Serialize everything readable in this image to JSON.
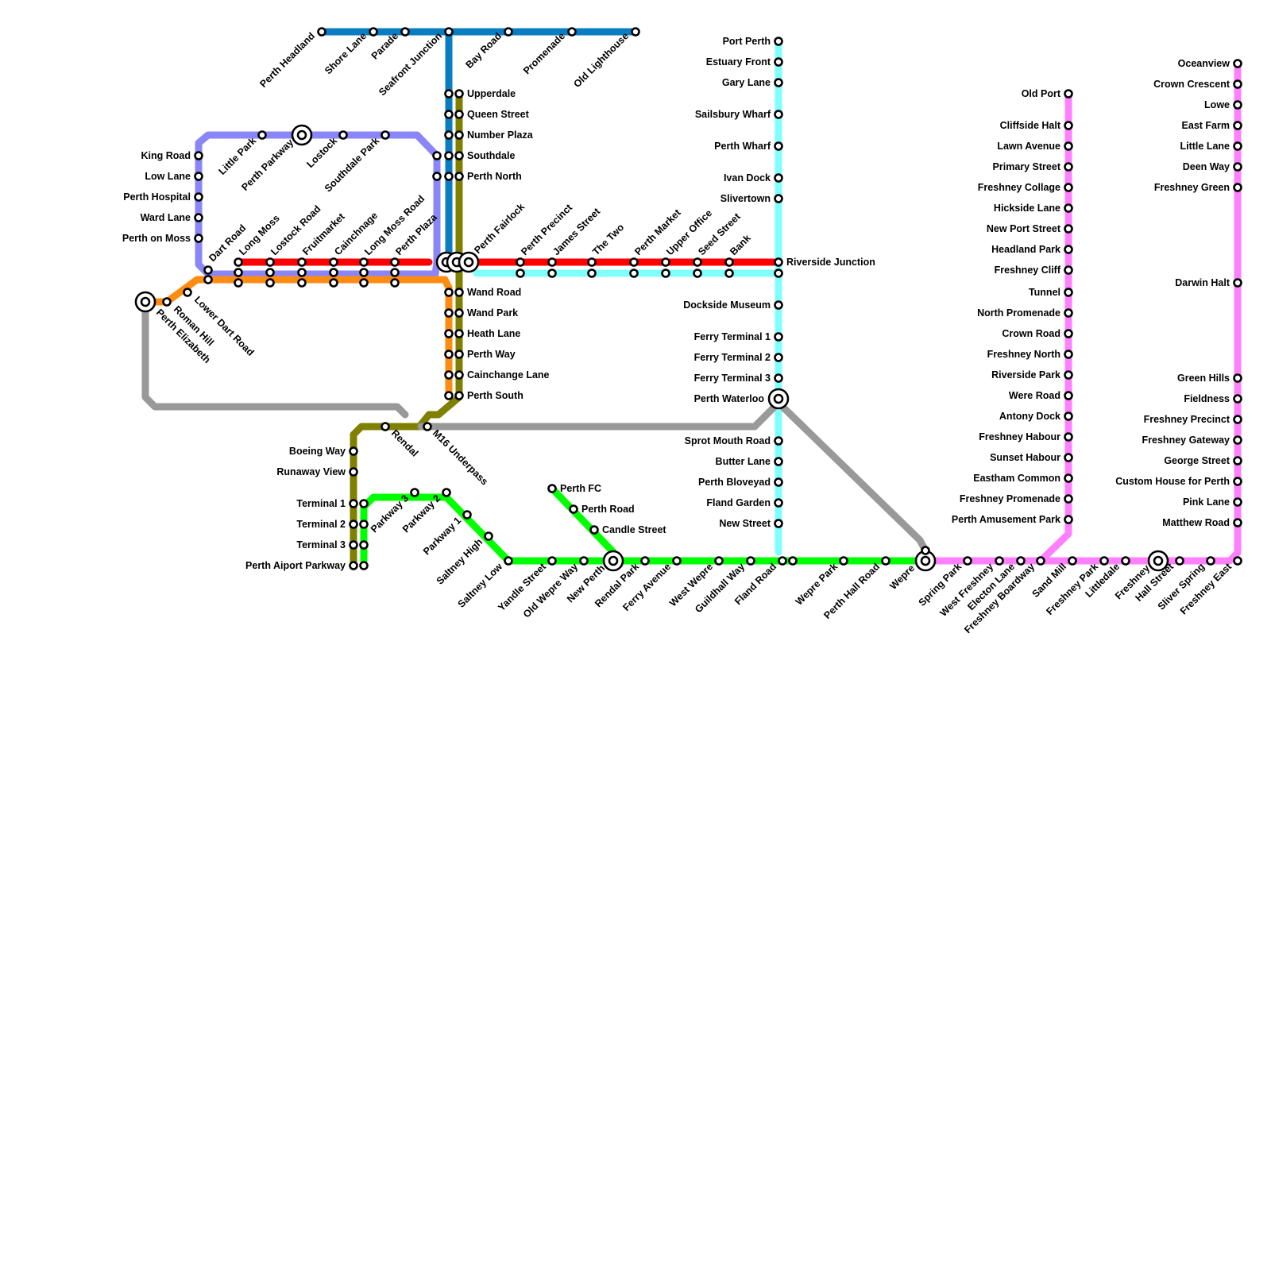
{
  "lines": [
    {
      "id": "blue",
      "color": "#0a7dc2"
    },
    {
      "id": "purple",
      "color": "#8b86f7"
    },
    {
      "id": "orange",
      "color": "#ff8c12"
    },
    {
      "id": "red",
      "color": "#ff0000"
    },
    {
      "id": "cyan",
      "color": "#80ffff"
    },
    {
      "id": "olive",
      "color": "#808000"
    },
    {
      "id": "grey",
      "color": "#999999"
    },
    {
      "id": "green",
      "color": "#00ff00"
    },
    {
      "id": "pink",
      "color": "#ff80ff"
    }
  ],
  "stations": {
    "perth_headland": "Perth Headland",
    "shore_lane": "Shore Lane",
    "parade": "Parade",
    "seafront_junction": "Seafront Junction",
    "bay_road": "Bay Road",
    "promenade": "Promenade",
    "old_lighthouse": "Old Lighthouse",
    "upperdale": "Upperdale",
    "queen_street": "Queen Street",
    "number_plaza": "Number Plaza",
    "southdale": "Southdale",
    "perth_north": "Perth North",
    "king_road": "King Road",
    "low_lane": "Low Lane",
    "perth_hospital": "Perth Hospital",
    "ward_lane": "Ward Lane",
    "perth_on_moss": "Perth on Moss",
    "little_park": "Little Park",
    "perth_parkway": "Perth Parkway",
    "lostock": "Lostock",
    "southdale_park": "Southdale Park",
    "dart_road": "Dart Road",
    "long_moss": "Long Moss",
    "lostock_road": "Lostock Road",
    "fruitmarket": "Fruitmarket",
    "cainchnage": "Cainchnage",
    "long_moss_road": "Long Moss Road",
    "perth_plaza": "Perth Plaza",
    "perth_fairlock": "Perth Fairlock",
    "perth_precinct": "Perth Precinct",
    "james_street": "James Street",
    "the_two": "The Two",
    "perth_market": "Perth Market",
    "upper_office": "Upper Office",
    "seed_street": "Seed Street",
    "bank": "Bank",
    "perth_elizabeth": "Perth Elizabeth",
    "roman_hill": "Roman Hill",
    "lower_dart_road": "Lower Dart Road",
    "wand_road": "Wand Road",
    "wand_park": "Wand Park",
    "heath_lane": "Heath Lane",
    "perth_way": "Perth Way",
    "cainchange_lane": "Cainchange Lane",
    "perth_south": "Perth South",
    "port_perth": "Port Perth",
    "estuary_front": "Estuary Front",
    "gary_lane": "Gary Lane",
    "sailsbury_wharf": "Sailsbury Wharf",
    "perth_wharf": "Perth Wharf",
    "ivan_dock": "Ivan Dock",
    "slivertown": "Slivertown",
    "riverside_junction": "Riverside Junction",
    "dockside_museum": "Dockside Museum",
    "ferry_terminal_1": "Ferry Terminal 1",
    "ferry_terminal_2": "Ferry Terminal 2",
    "ferry_terminal_3": "Ferry Terminal 3",
    "perth_waterloo": "Perth Waterloo",
    "sprot_mouth_road": "Sprot Mouth Road",
    "butter_lane": "Butter Lane",
    "perth_bloveyad": "Perth Bloveyad",
    "fland_garden": "Fland Garden",
    "new_street": "New Street",
    "fland_road": "Fland Road",
    "rendal": "Rendal",
    "m16_underpass": "M16 Underpass",
    "boeing_way": "Boeing Way",
    "runaway_view": "Runaway View",
    "terminal_1": "Terminal 1",
    "terminal_2": "Terminal 2",
    "terminal_3": "Terminal 3",
    "perth_aiport_parkway": "Perth Aiport Parkway",
    "parkway_3": "Parkway 3",
    "parkway_2": "Parkway 2",
    "parkway_1": "Parkway 1",
    "saltney_high": "Saltney High",
    "saltney_low": "Saltney Low",
    "yandle_street": "Yandle Street",
    "old_wepre_way": "Old Wepre Way",
    "new_perth": "New Perth",
    "rendal_park": "Rendal Park",
    "ferry_avenue": "Ferry Avenue",
    "west_wepre": "West Wepre",
    "guildhall_way": "Guildhall Way",
    "wepre_park": "Wepre Park",
    "perth_hall_road": "Perth Hall Road",
    "wepre": "Wepre",
    "perth_fc": "Perth FC",
    "perth_road": "Perth Road",
    "candle_street": "Candle Street",
    "spring_park": "Spring Park",
    "west_freshney": "West Freshney",
    "electon_lane": "Electon Lane",
    "freshney_boardway": "Freshney Boardway",
    "sand_mill": "Sand Mill",
    "freshney_park": "Freshney Park",
    "littledale": "Littledale",
    "freshney": "Freshney",
    "hall_street": "Hall Street",
    "sliver_spring": "Sliver Spring",
    "freshney_east": "Freshney East",
    "old_port": "Old Port",
    "cliffside_halt": "Cliffside Halt",
    "lawn_avenue": "Lawn Avenue",
    "primary_street": "Primary Street",
    "freshney_collage": "Freshney Collage",
    "hickside_lane": "Hickside Lane",
    "new_port_street": "New Port Street",
    "headland_park": "Headland Park",
    "freshney_cliff": "Freshney Cliff",
    "tunnel": "Tunnel",
    "north_promenade": "North Promenade",
    "crown_road": "Crown Road",
    "freshney_north": "Freshney North",
    "riverside_park": "Riverside Park",
    "were_road": "Were Road",
    "antony_dock": "Antony Dock",
    "freshney_habour": "Freshney Habour",
    "sunset_habour": "Sunset Habour",
    "eastham_common": "Eastham Common",
    "freshney_promenade": "Freshney Promenade",
    "perth_amusement_park": "Perth Amusement Park",
    "oceanview": "Oceanview",
    "crown_crescent": "Crown Crescent",
    "lowe": "Lowe",
    "east_farm": "East Farm",
    "little_lane": "Little Lane",
    "deen_way": "Deen Way",
    "freshney_green": "Freshney Green",
    "darwin_halt": "Darwin Halt",
    "green_hills": "Green Hills",
    "fieldness": "Fieldness",
    "freshney_precinct": "Freshney Precinct",
    "freshney_gateway": "Freshney Gateway",
    "george_street": "George Street",
    "custom_house_for_perth": "Custom House for Perth",
    "pink_lane": "Pink Lane",
    "matthew_road": "Matthew Road"
  }
}
